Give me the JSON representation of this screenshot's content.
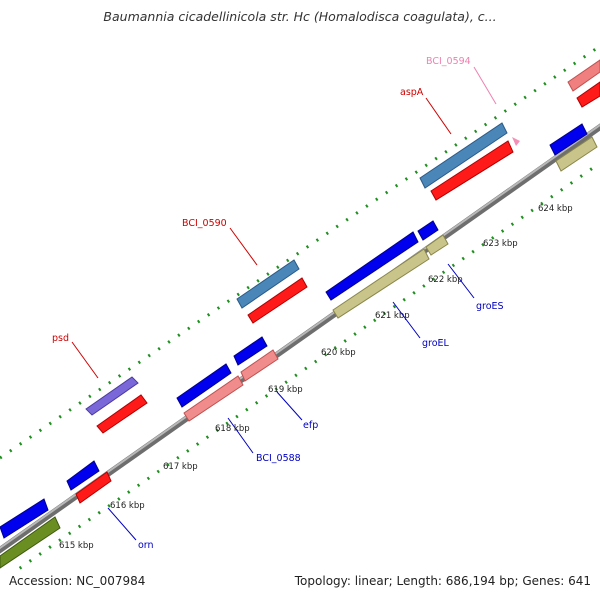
{
  "header": {
    "title": "Baumannia cicadellinicola str. Hc (Homalodisca coagulata), c..."
  },
  "footer": {
    "accession": "Accession: NC_007984",
    "summary": "Topology: linear; Length: 686,194 bp; Genes: 641"
  },
  "colors": {
    "backbone": "#8c8c8c",
    "tick_ring": "#1f8f1f",
    "label_red": "#d00000",
    "label_blue": "#0000c0",
    "label_pink": "#f080b0"
  },
  "scale": {
    "ticks": [
      {
        "label": "615 kbp"
      },
      {
        "label": "616 kbp"
      },
      {
        "label": "617 kbp"
      },
      {
        "label": "618 kbp"
      },
      {
        "label": "619 kbp"
      },
      {
        "label": "620 kbp"
      },
      {
        "label": "621 kbp"
      },
      {
        "label": "622 kbp"
      },
      {
        "label": "623 kbp"
      },
      {
        "label": "624 kbp"
      }
    ]
  },
  "gene_labels": [
    {
      "name": "psd",
      "color": "red"
    },
    {
      "name": "BCI_0590",
      "color": "red"
    },
    {
      "name": "aspA",
      "color": "red"
    },
    {
      "name": "BCI_0594",
      "color": "pink"
    },
    {
      "name": "orn",
      "color": "blue"
    },
    {
      "name": "BCI_0588",
      "color": "blue"
    },
    {
      "name": "efp",
      "color": "blue"
    },
    {
      "name": "groEL",
      "color": "blue"
    },
    {
      "name": "groES",
      "color": "blue"
    }
  ]
}
